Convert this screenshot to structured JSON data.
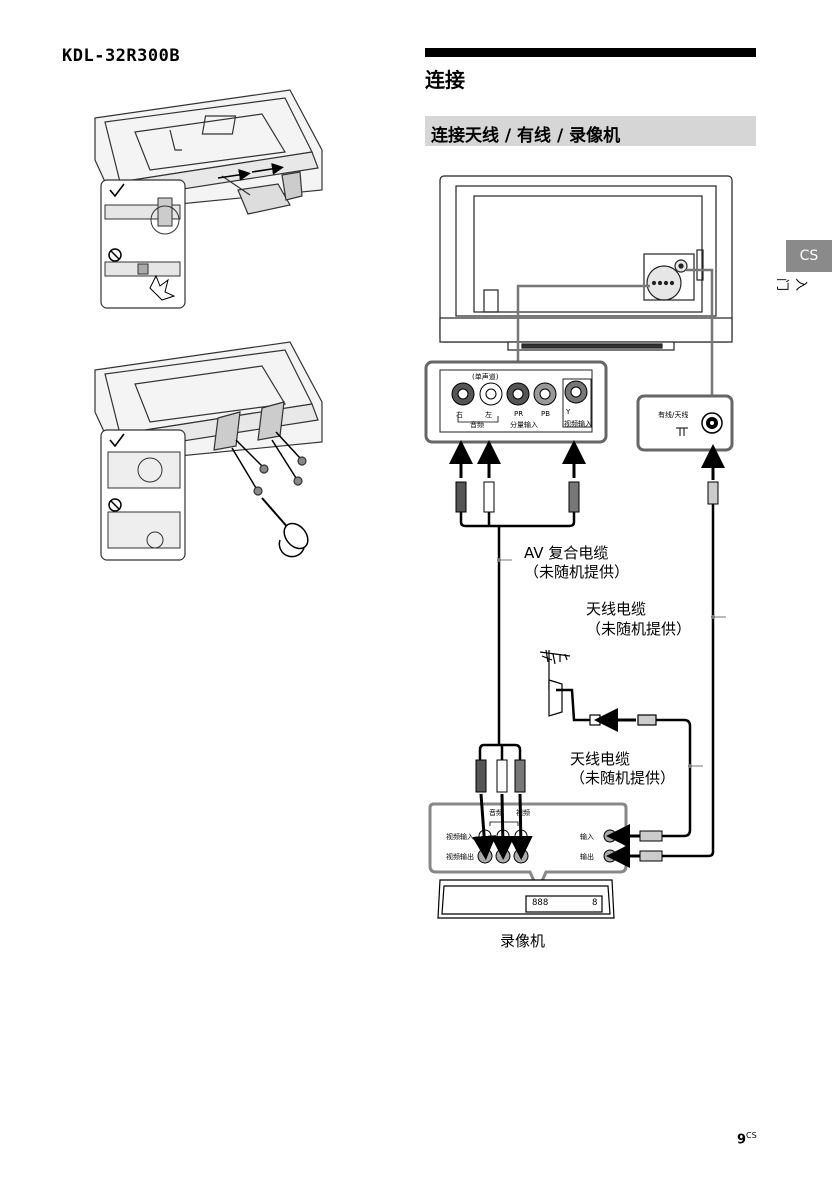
{
  "header": {
    "model": "KDL-32R300B",
    "section_title": "连接",
    "subsection_title": "连接天线 / 有线 / 录像机"
  },
  "side_tab": {
    "code": "CS",
    "vertical_text": "入门"
  },
  "diagram": {
    "tv_panel": {
      "mono_label": "(单声道)",
      "right_label": "右",
      "left_label": "左",
      "audio_label": "音频",
      "pr_label": "PR",
      "pb_label": "PB",
      "y_label": "Y",
      "component_label": "分量输入",
      "video_input_label": "视频输入",
      "antenna_panel_label": "有线/天线"
    },
    "av_cable": {
      "line1": "AV 复合电缆",
      "line2": "（未随机提供）"
    },
    "antenna_cable_1": {
      "line1": "天线电缆",
      "line2": "（未随机提供）"
    },
    "antenna_cable_2": {
      "line1": "天线电缆",
      "line2": "（未随机提供）"
    },
    "vcr_panel": {
      "audio_label": "音频",
      "video_label": "视频",
      "video_in": "视频输入",
      "video_out": "视频输出",
      "in_label": "输入",
      "out_label": "输出",
      "display": "888",
      "display2": "8"
    },
    "vcr_caption": "录像机"
  },
  "footer": {
    "page_number": "9",
    "page_suffix": "CS"
  }
}
